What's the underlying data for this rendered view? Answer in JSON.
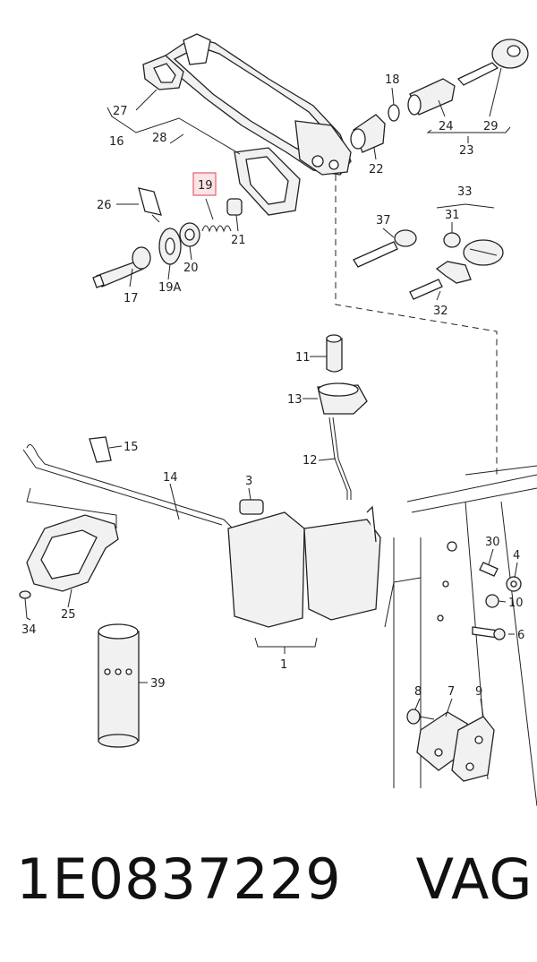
{
  "caption": {
    "part_number": "1E0837229",
    "brand": "VAG"
  },
  "highlighted_label": "19",
  "labels": [
    "1",
    "3",
    "4",
    "6",
    "7",
    "8",
    "9",
    "10",
    "11",
    "12",
    "13",
    "14",
    "15",
    "16",
    "17",
    "18",
    "19",
    "19A",
    "20",
    "21",
    "22",
    "23",
    "24",
    "25",
    "26",
    "27",
    "28",
    "29",
    "30",
    "31",
    "32",
    "33",
    "34",
    "37",
    "39"
  ],
  "colors": {
    "highlight_fill": "#fbe4e6",
    "highlight_border": "#e06070",
    "line": "#222222"
  }
}
